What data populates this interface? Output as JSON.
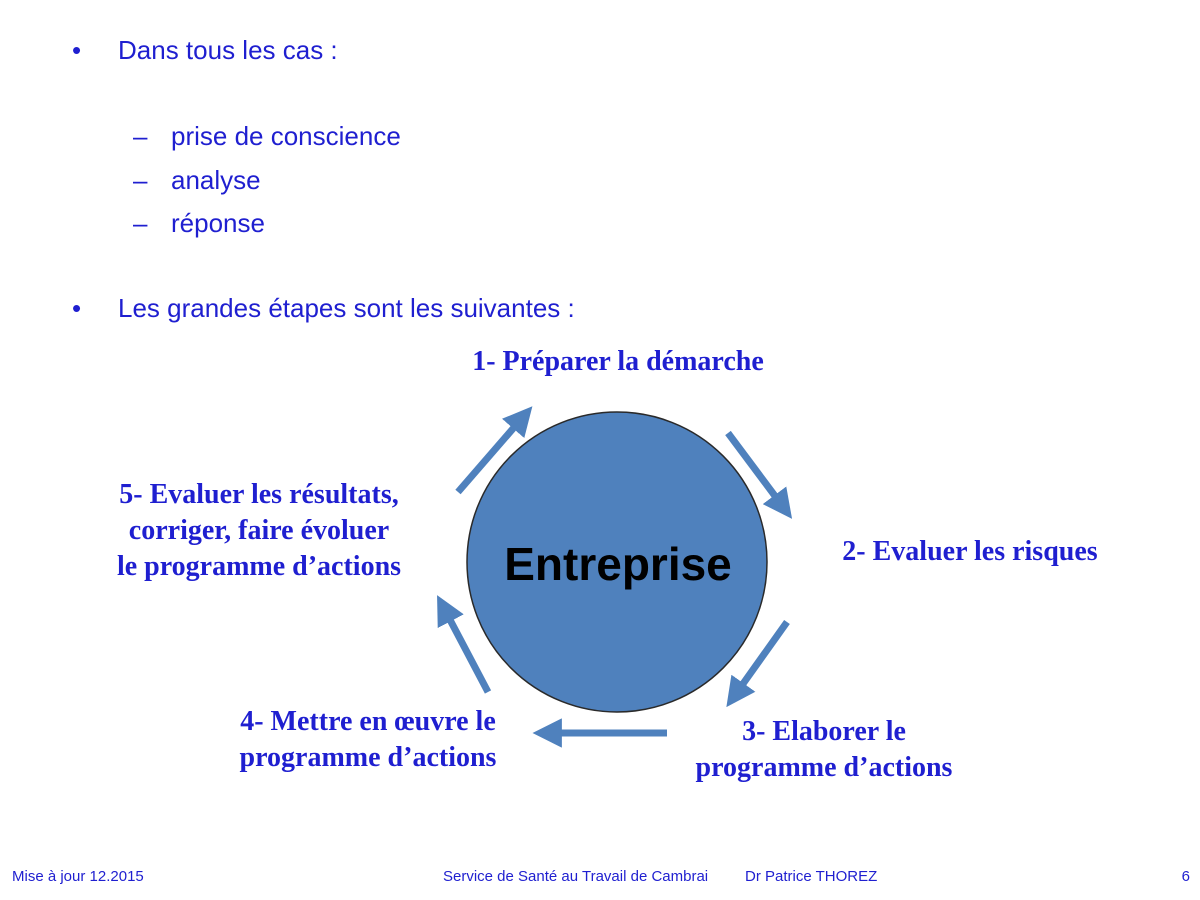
{
  "bullets": {
    "b1": "Dans tous les cas :",
    "sub": [
      "prise de conscience",
      "analyse",
      "réponse"
    ],
    "b2": "Les grandes étapes sont les suivantes :"
  },
  "diagram": {
    "center": "Entreprise",
    "steps": {
      "s1": "1- Préparer la démarche",
      "s2": "2- Evaluer les risques",
      "s3": [
        "3- Elaborer le",
        "programme d’actions"
      ],
      "s4": [
        "4- Mettre en œuvre le",
        "programme d’actions"
      ],
      "s5": [
        "5- Evaluer les résultats,",
        "corriger, faire évoluer",
        "le programme d’actions"
      ]
    },
    "colors": {
      "circle": "#4f81bd",
      "arrow": "#4f81bd",
      "text": "#1f1fd0"
    }
  },
  "footer": {
    "left": "Mise à jour 12.2015",
    "center": "Service de Santé au Travail de Cambrai",
    "author": "Dr Patrice THOREZ",
    "page": "6"
  }
}
